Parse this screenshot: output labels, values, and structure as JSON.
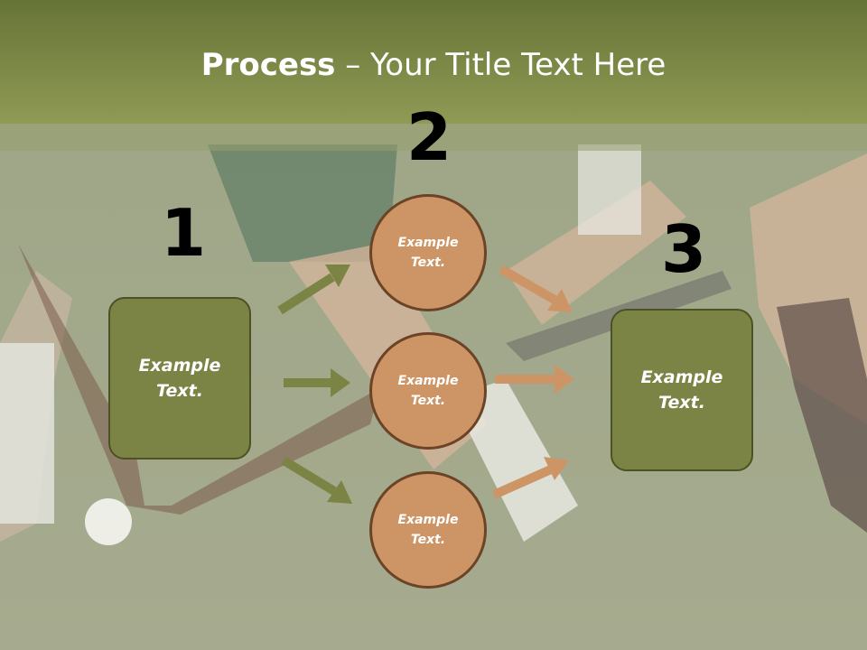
{
  "slide": {
    "title_bold": "Process",
    "title_rest": " – Your Title Text Here"
  },
  "steps": {
    "one": {
      "number": "1",
      "box_text": "Example\nText."
    },
    "two": {
      "number": "2",
      "circles": [
        "Example\nText.",
        "Example\nText.",
        "Example\nText."
      ]
    },
    "three": {
      "number": "3",
      "box_text": "Example\nText."
    }
  },
  "colors": {
    "header": "#8f9a55",
    "box_fill": "#7b8445",
    "circle_fill": "#cd9565",
    "arrow_green": "#7b8445",
    "arrow_orange": "#cd9565"
  }
}
